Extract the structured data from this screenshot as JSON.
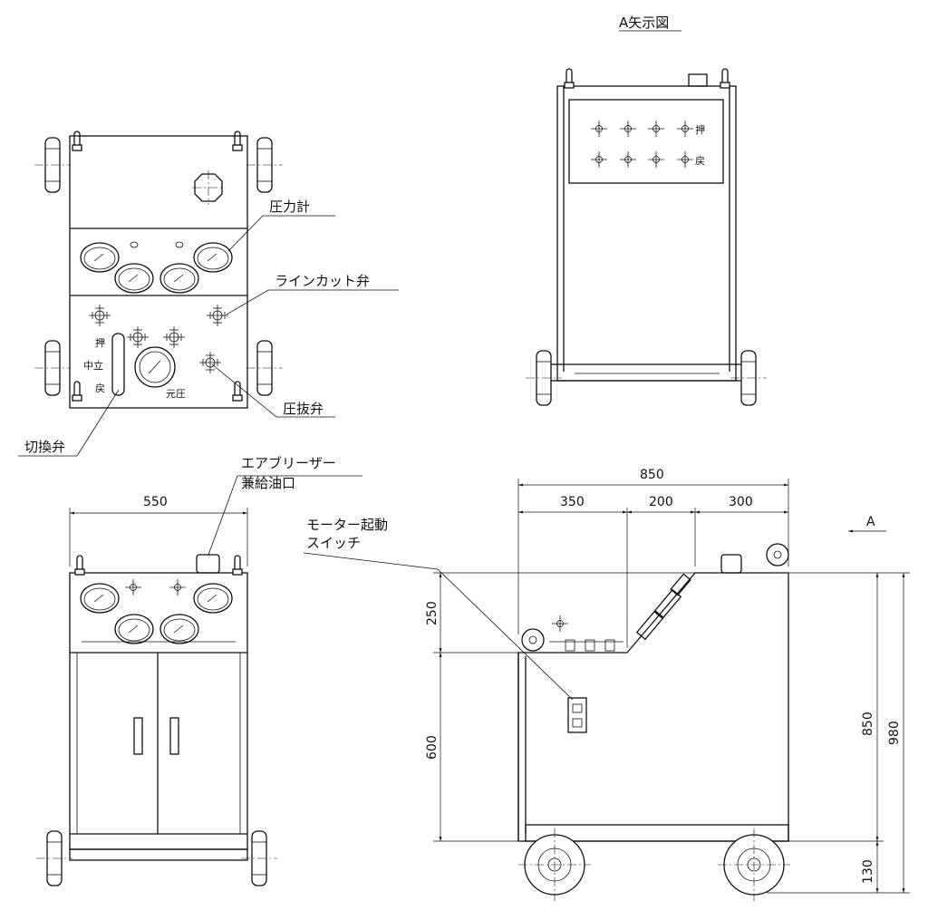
{
  "views": {
    "arrow_view_title": "A矢示図",
    "arrow_marker": "A"
  },
  "panel_marks": {
    "push": "押",
    "return": "戻",
    "neutral": "中立",
    "source_pressure": "元圧"
  },
  "callouts": {
    "pressure_gauge": "圧力計",
    "line_cut_valve": "ラインカット弁",
    "relief_valve": "圧抜弁",
    "switch_valve": "切換弁",
    "air_breather_line1": "エアブリーザー",
    "air_breather_line2": "兼給油口",
    "motor_switch_line1": "モーター起動",
    "motor_switch_line2": "スイッチ"
  },
  "dimensions": {
    "front_width": "550",
    "side_total_length": "850",
    "side_seg1": "350",
    "side_seg2": "200",
    "side_seg3": "300",
    "upper_height": "250",
    "lower_height": "600",
    "body_height": "850",
    "total_height": "980",
    "wheel_height": "130"
  },
  "colors": {
    "line": "#111111",
    "background": "#ffffff"
  }
}
